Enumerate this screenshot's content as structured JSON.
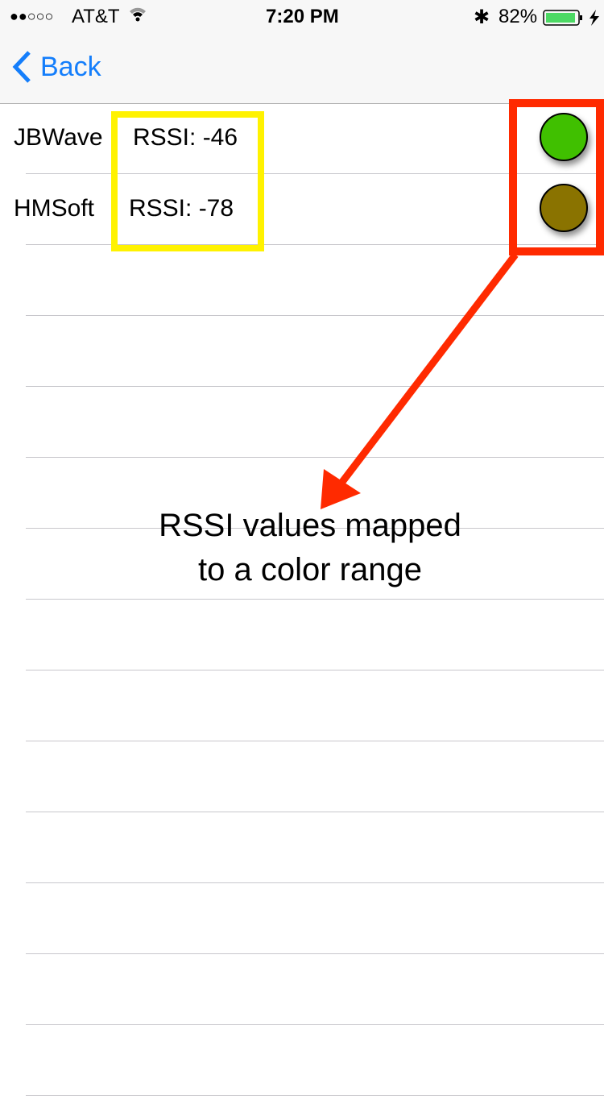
{
  "status_bar": {
    "carrier": "AT&T",
    "signal": "●●○○○",
    "time": "7:20 PM",
    "battery": "82%"
  },
  "nav": {
    "back_label": "Back"
  },
  "devices": [
    {
      "name": "JBWave",
      "rssi": "RSSI: -46",
      "color": "#40c000"
    },
    {
      "name": "HMSoft",
      "rssi": "RSSI: -78",
      "color": "#8a7300"
    }
  ],
  "annotation": {
    "line1": "RSSI values mapped",
    "line2": "to a color range",
    "arrow_color": "#ff2a00",
    "highlight_color": "#fff200"
  }
}
